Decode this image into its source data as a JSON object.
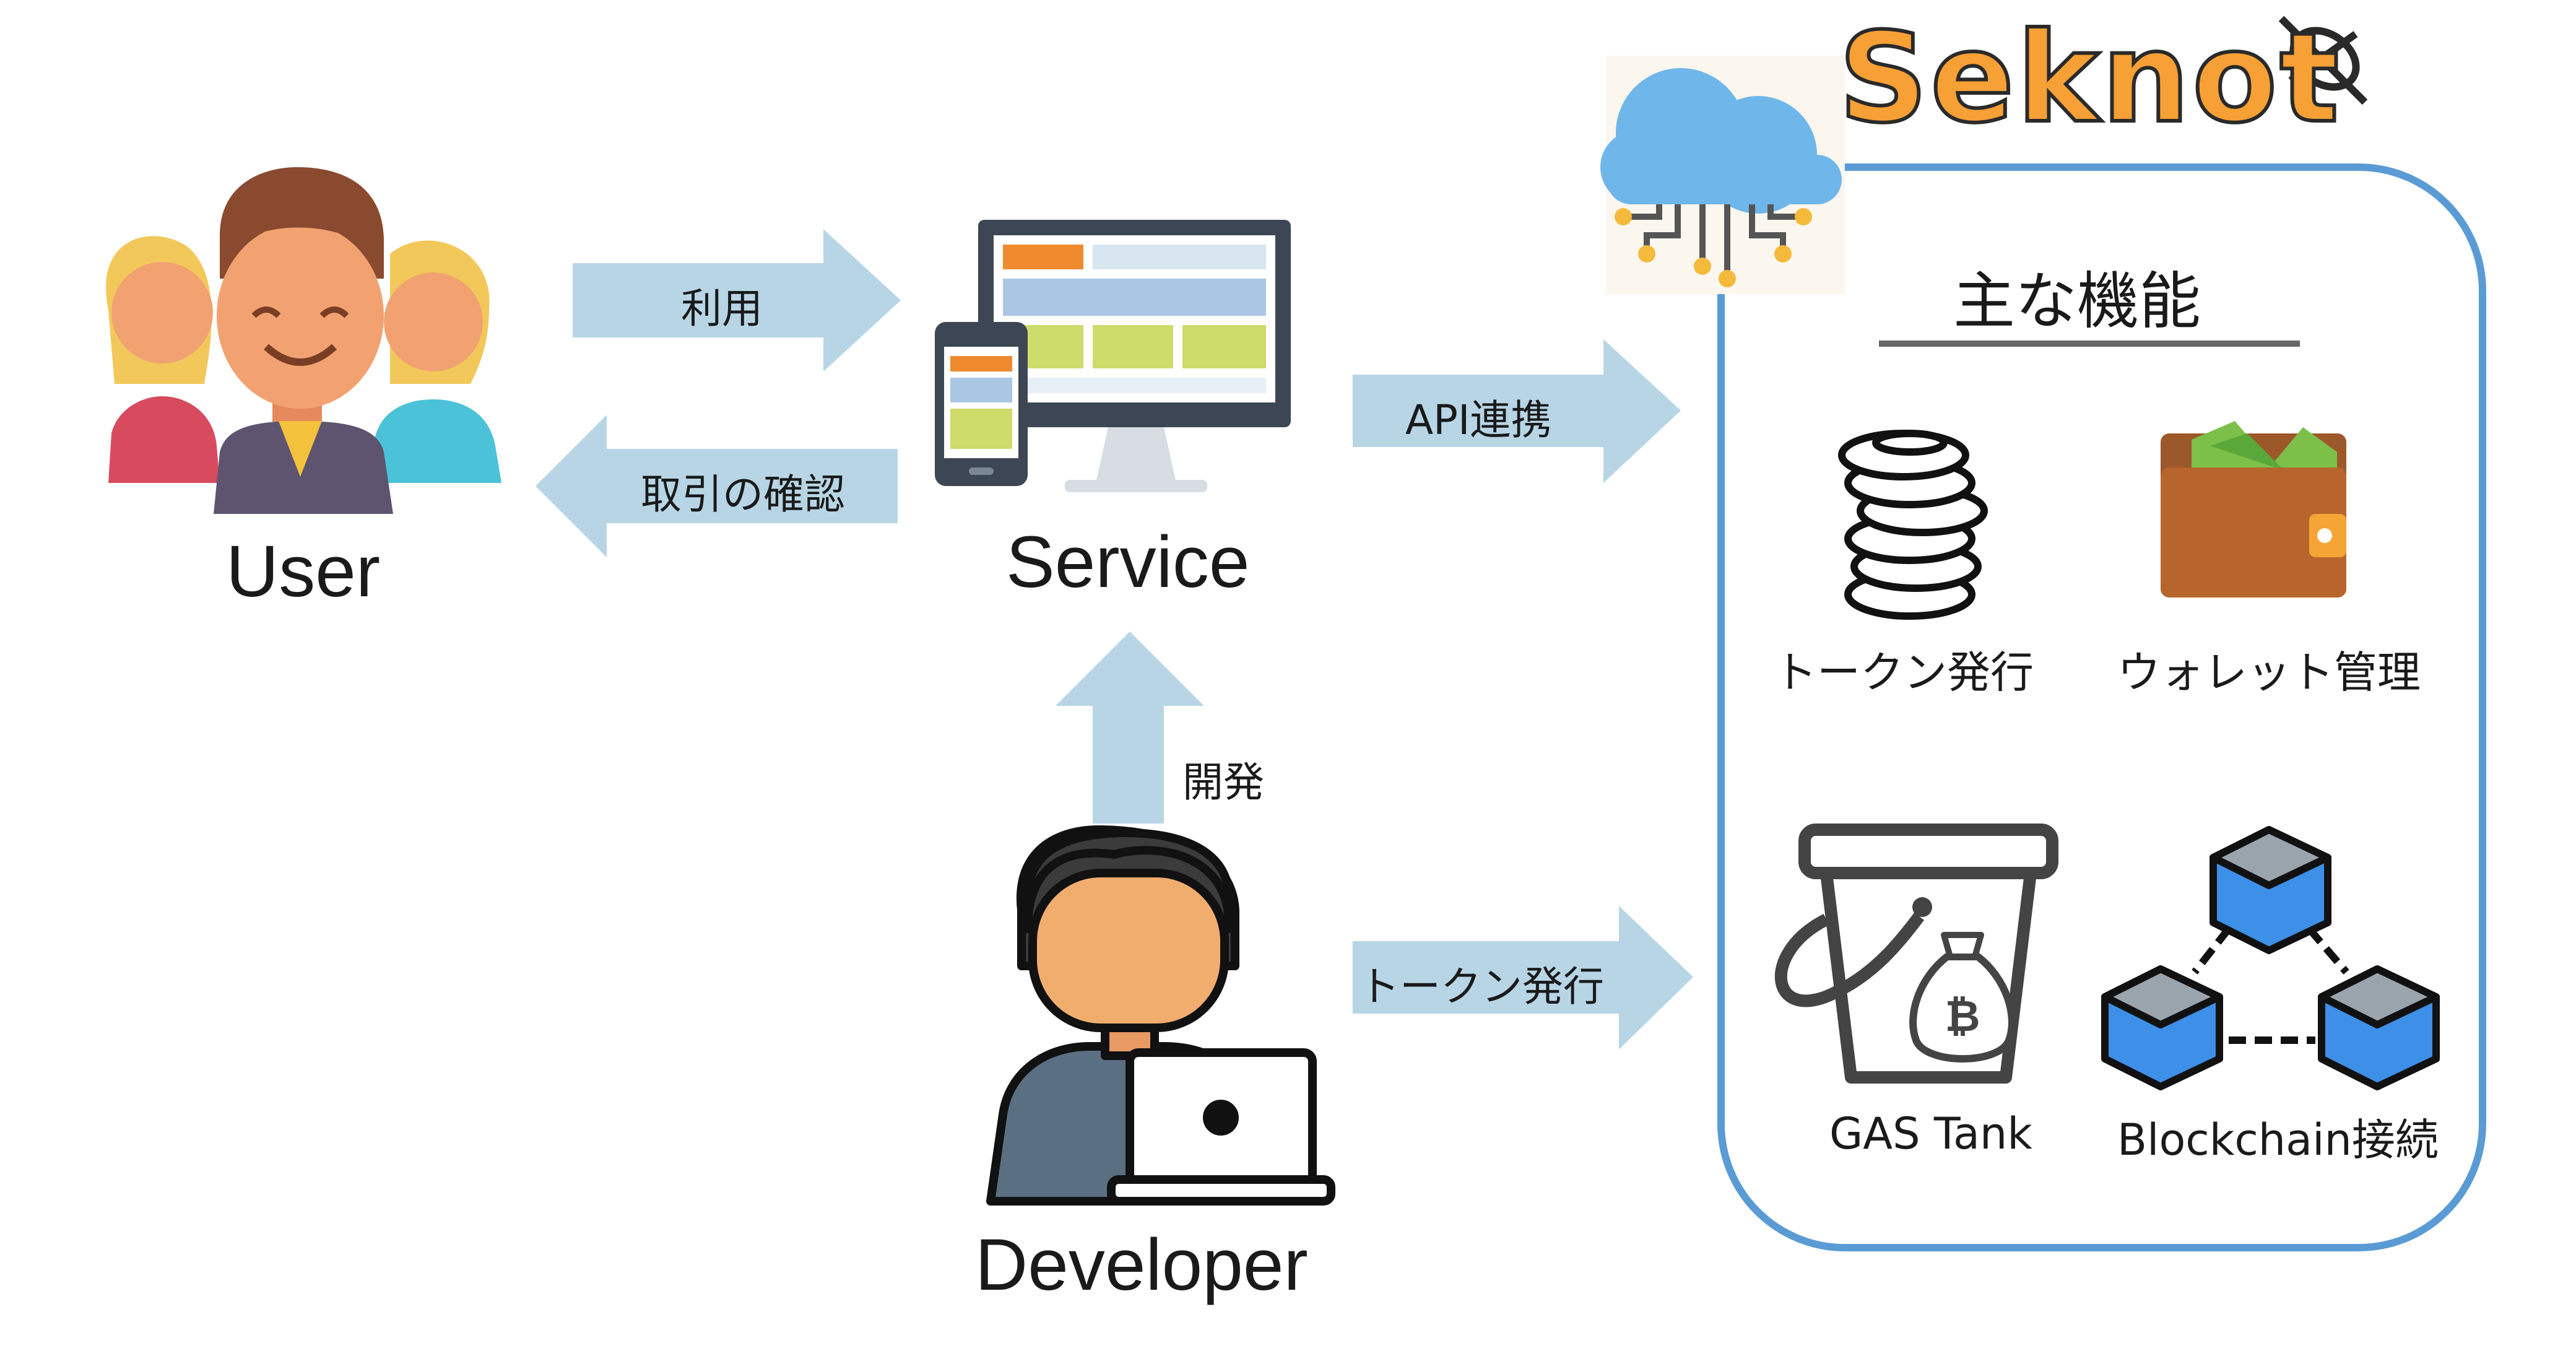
{
  "actors": {
    "user_label": "User",
    "service_label": "Service",
    "developer_label": "Developer"
  },
  "arrows": {
    "use": "利用",
    "confirm": "取引の確認",
    "api": "API連携",
    "develop": "開発",
    "token_issue": "トークン発行"
  },
  "platform": {
    "brand": "Seknot",
    "heading": "主な機能",
    "features": [
      {
        "label": "トークン発行",
        "icon": "coin-stack-icon"
      },
      {
        "label": "ウォレット管理",
        "icon": "wallet-icon"
      },
      {
        "label": "GAS Tank",
        "icon": "bucket-icon"
      },
      {
        "label": "Blockchain接続",
        "icon": "blockchain-icon"
      }
    ]
  },
  "colors": {
    "arrow": "#b7d5e5",
    "frame": "#5b9bd5",
    "brand": "#f7a035",
    "cloud": "#6fb7ea"
  }
}
